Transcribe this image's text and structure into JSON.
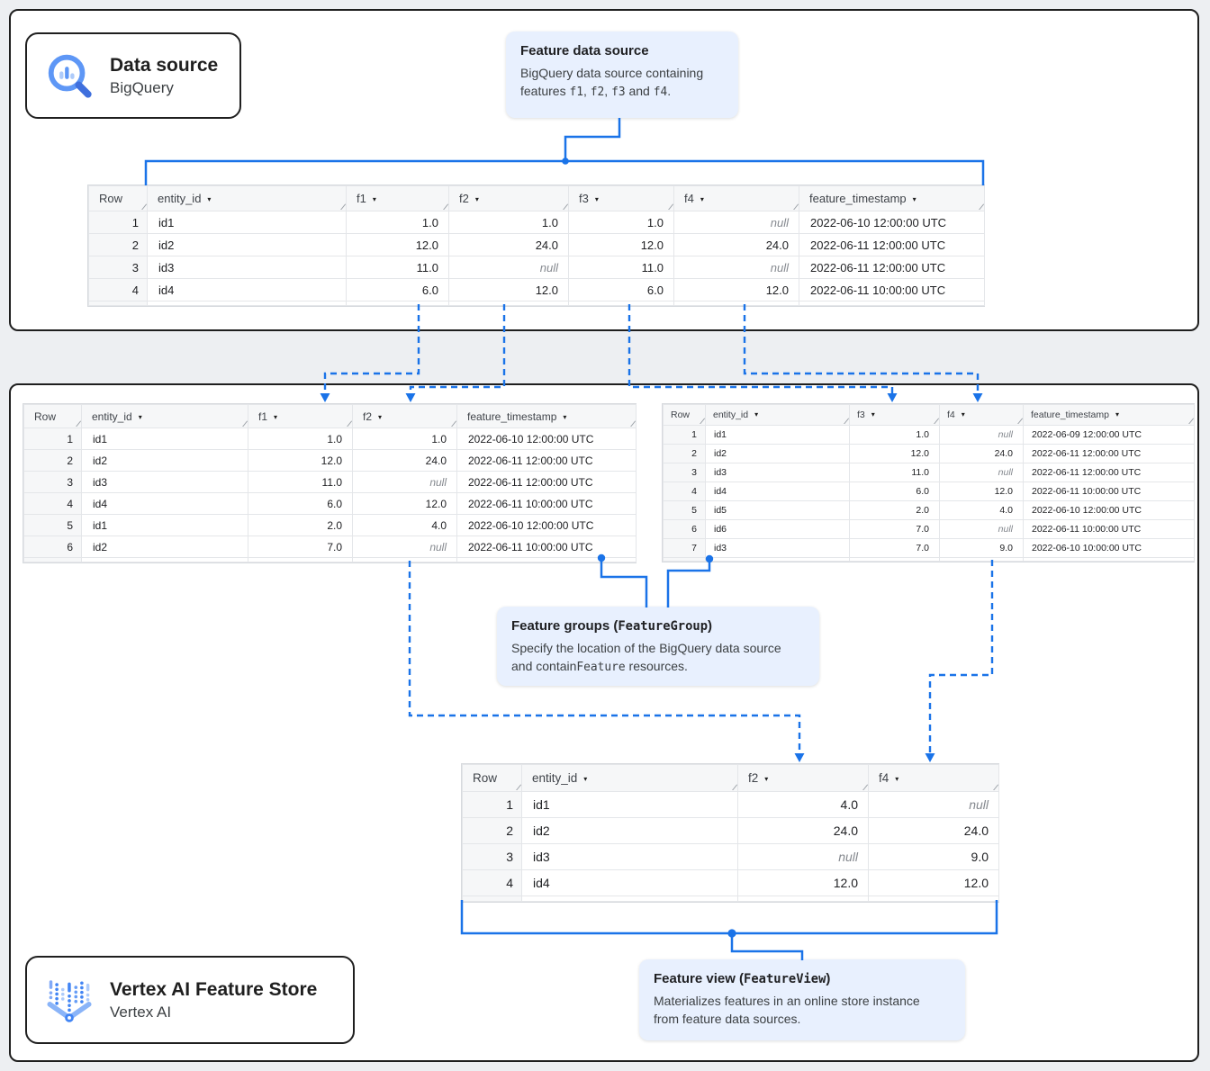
{
  "page": {
    "accent_blue": "#1a73e8",
    "callout_bg": "#e8f0fe"
  },
  "icons": {
    "data_source_badge": "bigquery-magnifier-icon",
    "feature_store_badge": "vertex-ai-icon"
  },
  "badges": {
    "data_source": {
      "title": "Data source",
      "subtitle": "BigQuery"
    },
    "feature_store": {
      "title": "Vertex AI Feature Store",
      "subtitle": "Vertex AI"
    }
  },
  "callouts": {
    "feature_data_source": {
      "title": "Feature data source",
      "line1": "BigQuery data source containing",
      "line2": [
        "features ",
        "f1",
        ", ",
        "f2",
        ", ",
        "f3",
        " and ",
        "f4",
        "."
      ]
    },
    "feature_groups": {
      "title": [
        "Feature groups (",
        "FeatureGroup",
        ")"
      ],
      "line1": "Specify the location of the BigQuery data source",
      "line2": [
        "and contain",
        "Feature",
        " resources."
      ]
    },
    "feature_view": {
      "title": [
        "Feature view (",
        "FeatureView",
        ")"
      ],
      "line1": "Materializes features in an online store instance",
      "line2": "from feature data sources."
    }
  },
  "tables": {
    "source": {
      "columns": [
        "Row",
        "entity_id",
        "f1",
        "f2",
        "f3",
        "f4",
        "feature_timestamp"
      ],
      "rows": [
        [
          "1",
          "id1",
          "1.0",
          "1.0",
          "1.0",
          null,
          "2022-06-10 12:00:00 UTC"
        ],
        [
          "2",
          "id2",
          "12.0",
          "24.0",
          "12.0",
          "24.0",
          "2022-06-11 12:00:00 UTC"
        ],
        [
          "3",
          "id3",
          "11.0",
          null,
          "11.0",
          null,
          "2022-06-11 12:00:00 UTC"
        ],
        [
          "4",
          "id4",
          "6.0",
          "12.0",
          "6.0",
          "12.0",
          "2022-06-11 10:00:00 UTC"
        ]
      ]
    },
    "group1": {
      "columns": [
        "Row",
        "entity_id",
        "f1",
        "f2",
        "feature_timestamp"
      ],
      "rows": [
        [
          "1",
          "id1",
          "1.0",
          "1.0",
          "2022-06-10 12:00:00 UTC"
        ],
        [
          "2",
          "id2",
          "12.0",
          "24.0",
          "2022-06-11 12:00:00 UTC"
        ],
        [
          "3",
          "id3",
          "11.0",
          null,
          "2022-06-11 12:00:00 UTC"
        ],
        [
          "4",
          "id4",
          "6.0",
          "12.0",
          "2022-06-11 10:00:00 UTC"
        ],
        [
          "5",
          "id1",
          "2.0",
          "4.0",
          "2022-06-10 12:00:00 UTC"
        ],
        [
          "6",
          "id2",
          "7.0",
          null,
          "2022-06-11 10:00:00 UTC"
        ]
      ]
    },
    "group2": {
      "columns": [
        "Row",
        "entity_id",
        "f3",
        "f4",
        "feature_timestamp"
      ],
      "rows": [
        [
          "1",
          "id1",
          "1.0",
          null,
          "2022-06-09 12:00:00 UTC"
        ],
        [
          "2",
          "id2",
          "12.0",
          "24.0",
          "2022-06-11 12:00:00 UTC"
        ],
        [
          "3",
          "id3",
          "11.0",
          null,
          "2022-06-11 12:00:00 UTC"
        ],
        [
          "4",
          "id4",
          "6.0",
          "12.0",
          "2022-06-11 10:00:00 UTC"
        ],
        [
          "5",
          "id5",
          "2.0",
          "4.0",
          "2022-06-10 12:00:00 UTC"
        ],
        [
          "6",
          "id6",
          "7.0",
          null,
          "2022-06-11 10:00:00 UTC"
        ],
        [
          "7",
          "id3",
          "7.0",
          "9.0",
          "2022-06-10 10:00:00 UTC"
        ]
      ]
    },
    "view": {
      "columns": [
        "Row",
        "entity_id",
        "f2",
        "f4"
      ],
      "rows": [
        [
          "1",
          "id1",
          "4.0",
          null
        ],
        [
          "2",
          "id2",
          "24.0",
          "24.0"
        ],
        [
          "3",
          "id3",
          null,
          "9.0"
        ],
        [
          "4",
          "id4",
          "12.0",
          "12.0"
        ]
      ]
    }
  },
  "null_display": "null"
}
